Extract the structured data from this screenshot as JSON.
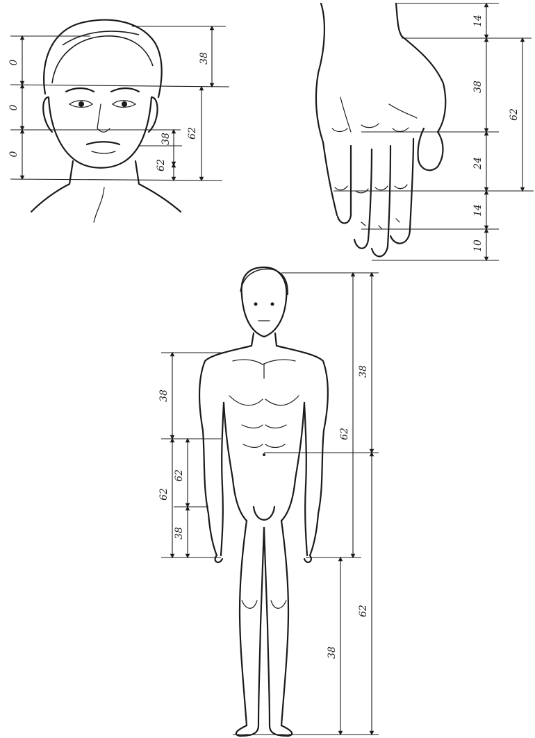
{
  "head_panel": {
    "left_labels": [
      "0",
      "0",
      "0"
    ],
    "right_labels": [
      "38",
      "62",
      "38",
      "62"
    ]
  },
  "hand_panel": {
    "inner_labels": [
      "14",
      "38",
      "24",
      "14",
      "10"
    ],
    "outer_labels": [
      "62"
    ]
  },
  "body_panel": {
    "left_labels": [
      "38",
      "62",
      "62",
      "38"
    ],
    "right_labels": [
      "38",
      "62",
      "62",
      "38"
    ]
  }
}
